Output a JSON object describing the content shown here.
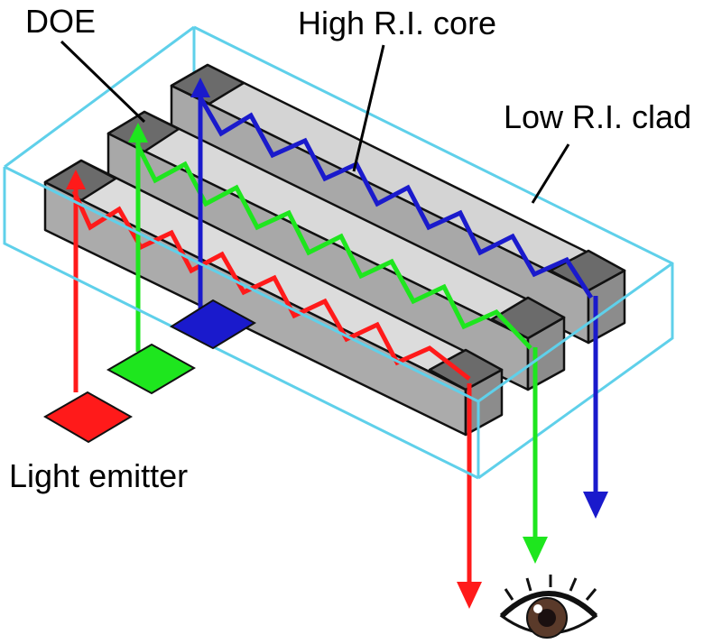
{
  "labels": {
    "doe": "DOE",
    "core": "High R.I. core",
    "clad": "Low R.I. clad",
    "emitter": "Light emitter"
  },
  "colors": {
    "clad_outline": "#5fd0ea",
    "core_face": "#d9d9d9",
    "core_side": "#9a9a9a",
    "doe_dark": "#6b6b6b",
    "red": "#ff1a1a",
    "green": "#1ee61e",
    "blue": "#1a1acc",
    "stroke": "#111111"
  },
  "channels": [
    "red",
    "green",
    "blue"
  ],
  "icons": [
    "eye-icon",
    "arrow-icon",
    "emitter-square-icon"
  ]
}
